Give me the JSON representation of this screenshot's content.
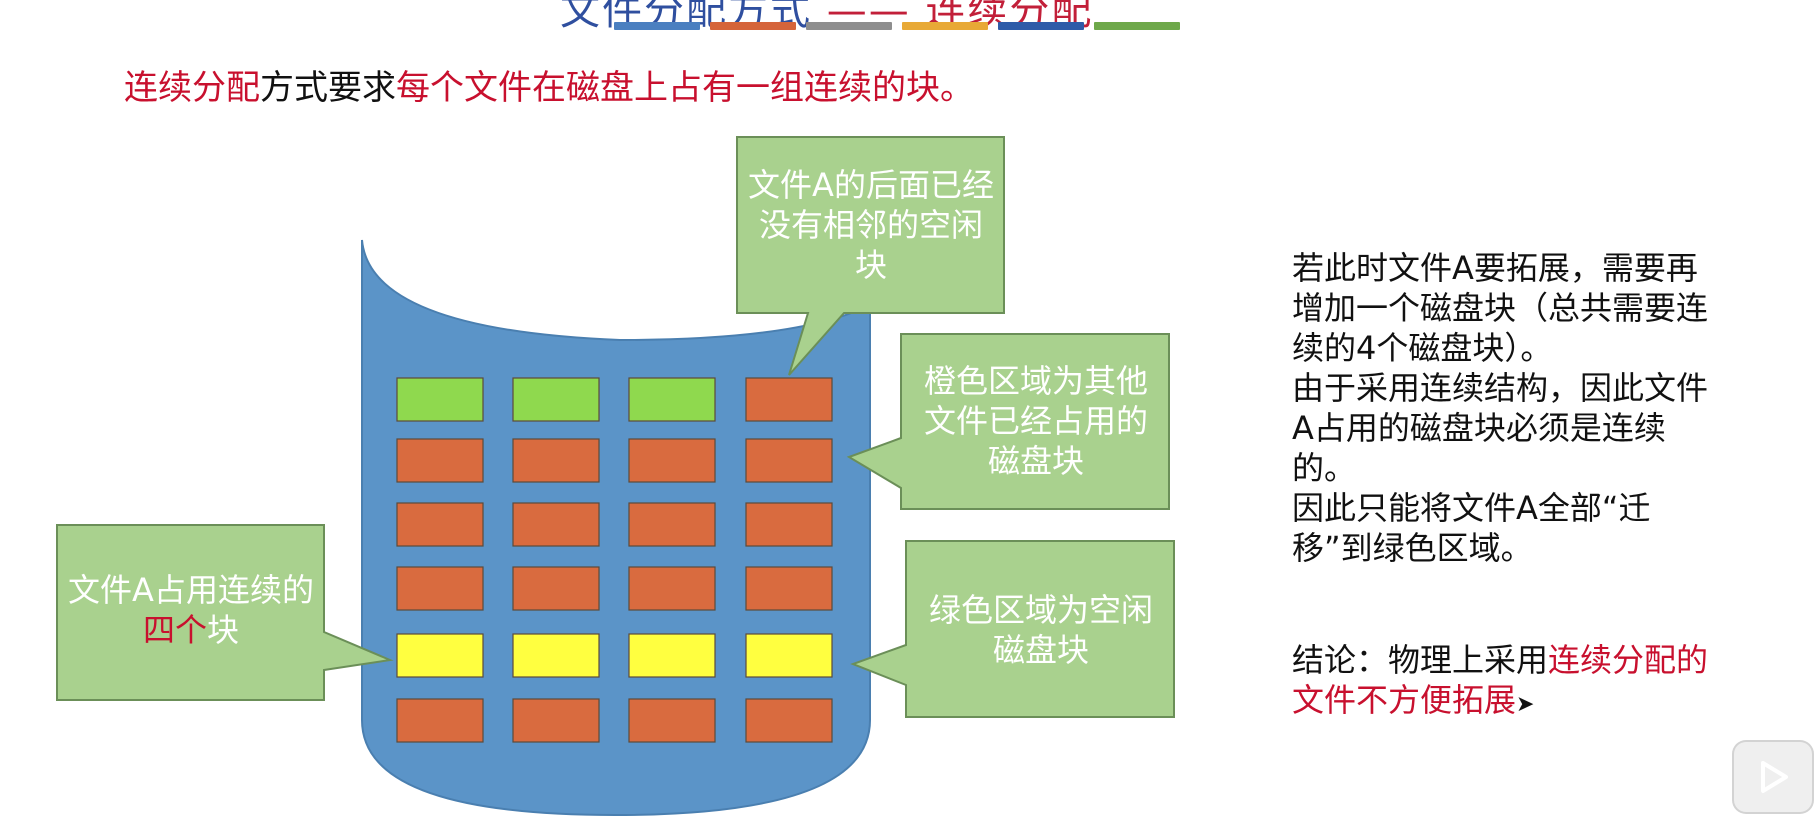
{
  "title": {
    "partial_prefix": "文件分配方式",
    "partial_suffix": "连续分配"
  },
  "colors": {
    "title_bars": [
      "#4a7fc0",
      "#d5643a",
      "#8e8e8e",
      "#e8a936",
      "#2f5ba8",
      "#6ea84a"
    ],
    "accent_red": "#c8102e",
    "disk_blue": "#5b94c8",
    "free_green": "#8fd94e",
    "occupied_orange": "#d96b3f",
    "file_a_yellow": "#ffff40",
    "callout_green": "#a9d18e"
  },
  "headline": {
    "part1": "连续分配",
    "part2": "方式要求",
    "part3": "每个文件在磁盘上占有一组连续的块。"
  },
  "disk": {
    "grid": [
      [
        "free",
        "free",
        "free",
        "occupied"
      ],
      [
        "occupied",
        "occupied",
        "occupied",
        "occupied"
      ],
      [
        "occupied",
        "occupied",
        "occupied",
        "occupied"
      ],
      [
        "occupied",
        "occupied",
        "occupied",
        "occupied"
      ],
      [
        "file_a",
        "file_a",
        "file_a",
        "file_a"
      ],
      [
        "occupied",
        "occupied",
        "occupied",
        "occupied"
      ]
    ]
  },
  "callouts": {
    "no_free_after_a": "文件A的后面已经没有相邻的空闲块",
    "orange_meaning": "橙色区域为其他文件已经占用的磁盘块",
    "green_meaning": "绿色区域为空闲磁盘块",
    "file_a_prefix": "文件A占用连续的",
    "file_a_highlight": "四个",
    "file_a_suffix": "块"
  },
  "explanation": {
    "line1": "若此时文件A要拓展，需要再增加一个磁盘块（总共需要连续的4个磁盘块）。",
    "line2": "由于采用连续结构，因此文件A占用的磁盘块必须是连续的。",
    "line3": "因此只能将文件A全部“迁移”到绿色区域。"
  },
  "conclusion": {
    "prefix": "结论：物理上采用",
    "highlight": "连续分配的文件不方便拓展"
  }
}
